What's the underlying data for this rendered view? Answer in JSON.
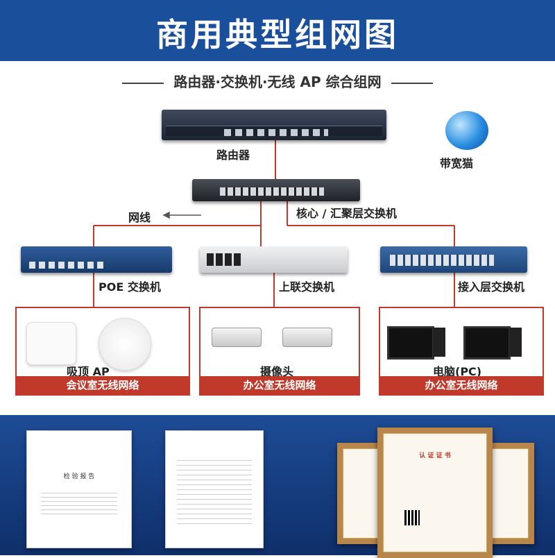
{
  "header": {
    "title": "商用典型组网图"
  },
  "subtitle": "路由器·交换机·无线 AP 综合组网",
  "labels": {
    "router": "路由器",
    "modem": "带宽猫",
    "network_cable": "网线",
    "core_switch": "核心 / 汇聚层交换机",
    "poe_switch": "POE 交换机",
    "uplink_switch": "上联交换机",
    "access_switch": "接入层交换机",
    "ceiling_ap": "吸顶 AP",
    "camera": "摄像头",
    "pc": "电脑(PC)"
  },
  "boxes": {
    "left_footer": "会议室无线网络",
    "mid_footer": "办公室无线网络",
    "right_footer": "办公室无线网络"
  },
  "certs": {
    "cert1_title": "检 验 报 告",
    "cert3_title": "认 证 证 书"
  },
  "colors": {
    "header_bg": "#1a4f9c",
    "line_red": "#c0392b",
    "cert_band": "#1d4c96"
  }
}
